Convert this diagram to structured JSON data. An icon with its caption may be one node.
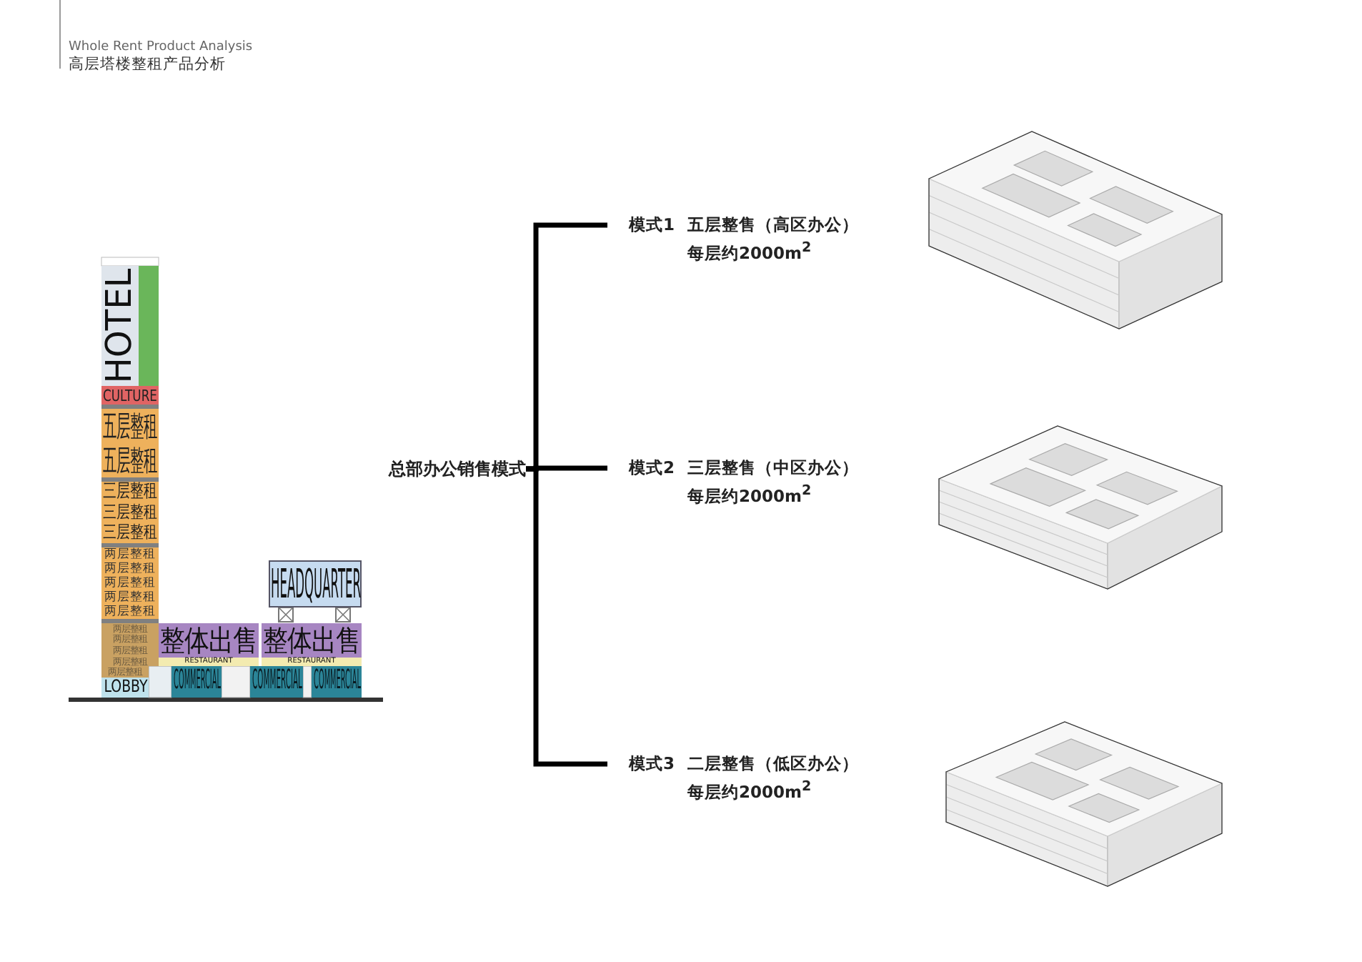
{
  "diagram": {
    "title": "Whole Rent Product Analysis",
    "nodes": [
      {
        "text": [
          "HOTEL"
        ]
      },
      {
        "text": [
          "CULTURE"
        ]
      },
      {
        "text": [
          "五层整租"
        ]
      },
      {
        "text": [
          "五层整租"
        ]
      },
      {
        "text": [
          "三层整租"
        ]
      },
      {
        "text": [
          "三层整租"
        ]
      },
      {
        "text": [
          "三层整租"
        ]
      },
      {
        "text": [
          "两层整租"
        ]
      },
      {
        "text": [
          "两层整租"
        ]
      },
      {
        "text": [
          "两层整租"
        ]
      },
      {
        "text": [
          "两层整租"
        ]
      },
      {
        "text": [
          "两层整租"
        ]
      },
      {
        "text": [
          "两层整租"
        ]
      },
      {
        "text": [
          "两层整租"
        ]
      },
      {
        "text": [
          "两层整租"
        ]
      },
      {
        "text": [
          "两层整租"
        ]
      },
      {
        "text": [
          "两层整租"
        ]
      },
      {
        "text": [
          "HEADQUARTER"
        ]
      },
      {
        "text": [
          "整体出售"
        ]
      },
      {
        "text": [
          "整体出售"
        ]
      },
      {
        "text": [
          "RESTAURANT"
        ]
      },
      {
        "text": [
          "RESTAURANT"
        ]
      },
      {
        "text": [
          "COMMERCIAL"
        ]
      },
      {
        "text": [
          "COMMERCIAL"
        ]
      },
      {
        "text": [
          "COMMERCIAL"
        ]
      },
      {
        "text": [
          "LOBBY"
        ]
      },
      {
        "text": [
          "总部办公销售模式"
        ]
      },
      {
        "text": [
          "模式1",
          "五层整售（高区办公）",
          "每层约2000m$^{2}$"
        ]
      },
      {
        "text": [
          "模式2",
          "三层整售（中区办公）",
          "每层约2000m$^{2}$"
        ]
      },
      {
        "text": [
          "模式3",
          "二层整售（低区办公）",
          "每层约2000m$^{2}$"
        ]
      }
    ],
    "edges": [
      {
        "from": 26,
        "to": 27,
        "arrow": "none"
      },
      {
        "from": 26,
        "to": 28,
        "arrow": "none"
      },
      {
        "from": 26,
        "to": 29,
        "arrow": "none"
      }
    ],
    "labels": [
      "高层塔楼整租产品分析"
    ]
  }
}
